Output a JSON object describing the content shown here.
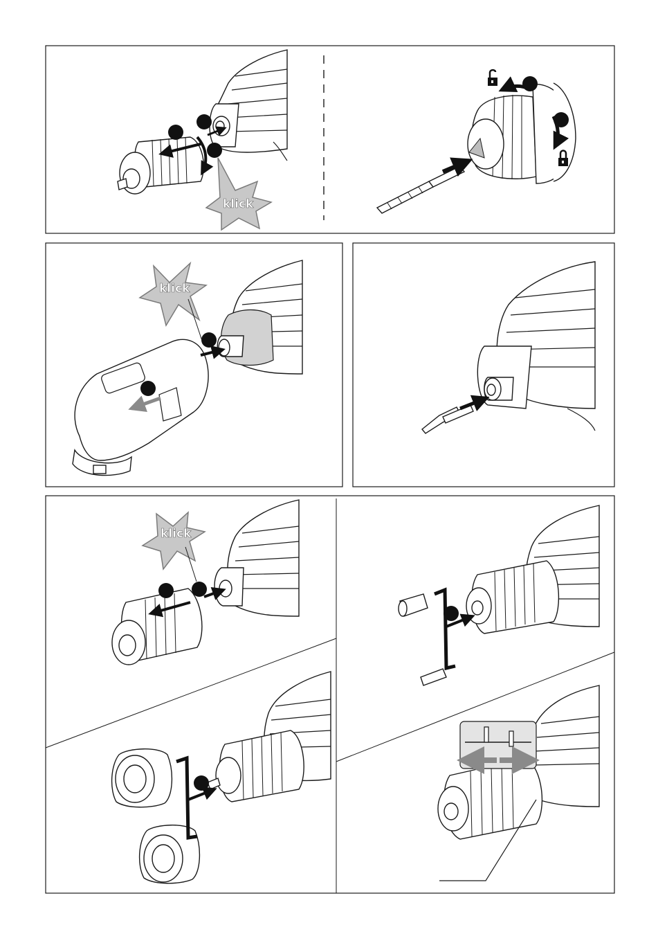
{
  "labels": {
    "klick_1": "klick",
    "klick_2": "klick",
    "klick_3": "klick"
  },
  "colors": {
    "line": "#1a1a1a",
    "starburst_fill": "#c8c8c8",
    "starburst_stroke": "#7a7a7a",
    "arrow_gray": "#8a8a8a",
    "chuck_shade": "#d2d2d2"
  },
  "icons": {
    "unlock": "unlock-icon",
    "lock": "lock-icon",
    "arrow": "arrow-icon",
    "step_marker": "step-marker-icon"
  }
}
